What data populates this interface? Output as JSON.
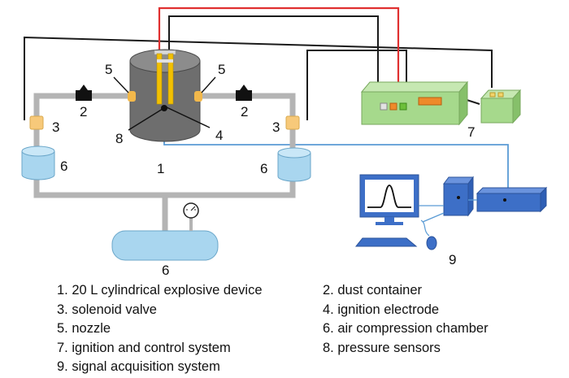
{
  "callouts": {
    "device": "1",
    "dust_left": "2",
    "dust_right": "2",
    "valve_left": "3",
    "valve_right": "3",
    "electrode": "4",
    "nozzle_left": "5",
    "nozzle_right": "5",
    "chamber_left": "6",
    "chamber_right": "6",
    "air_tank": "6",
    "ignition_system": "7",
    "pressure_sensor": "8",
    "acquisition_system": "9"
  },
  "legend": {
    "left": [
      "1. 20 L cylindrical explosive device",
      "3. solenoid valve",
      "5. nozzle",
      "7. ignition and control system",
      "9. signal acquisition system"
    ],
    "right": [
      "2. dust container",
      "4. ignition electrode",
      "6. air compression chamber",
      "8. pressure sensors"
    ]
  },
  "colors": {
    "pipe": "#b4b4b4",
    "vessel": "#6e6e6e",
    "electrode": "#f2c000",
    "nozzle": "#f7c97a",
    "chamber": "#a9d6ef",
    "control_box": "#a6d98c",
    "computer": "#3d6fc7",
    "signal_wire": "#5a9bd5",
    "ignition_wire": "#e03030",
    "control_wire": "#1a1a1a"
  }
}
